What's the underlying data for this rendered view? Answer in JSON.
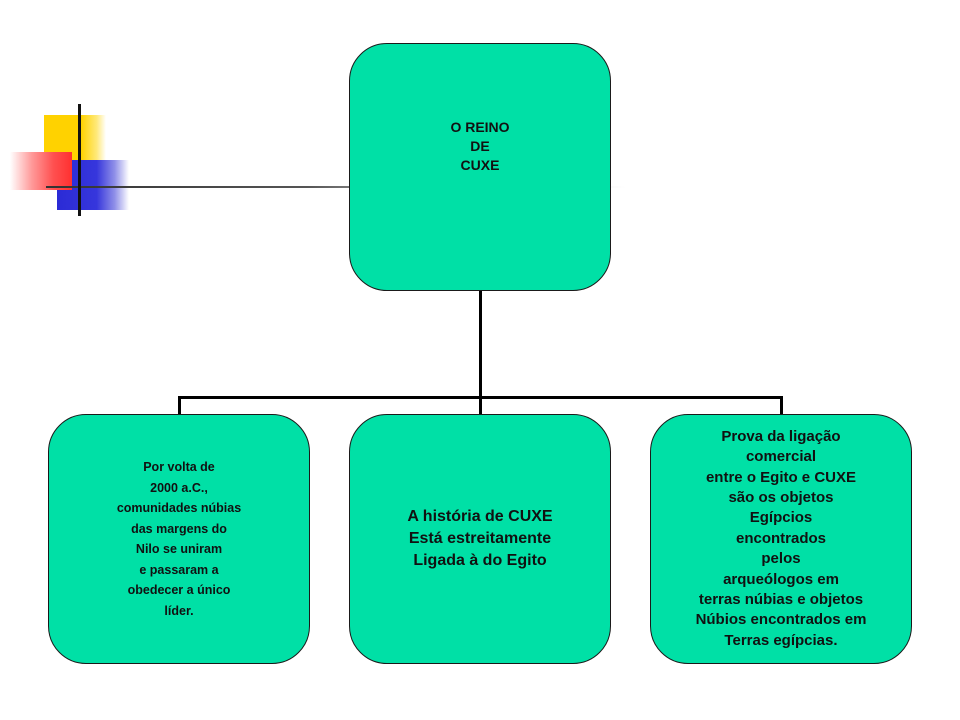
{
  "diagram": {
    "root": {
      "text": "O REINO\nDE\nCUXE"
    },
    "children": [
      {
        "text": "Por volta de\n2000 a.C.,\ncomunidades  núbias\ndas margens do\nNilo se uniram\ne passaram a\nobedecer a único\nlíder."
      },
      {
        "text": "A história de CUXE\nEstá estreitamente\nLigada à do Egito"
      },
      {
        "text": "Prova da ligação\ncomercial\nentre o Egito e CUXE\nsão os objetos\nEgípcios\nencontrados\npelos\narqueólogos em\nterras núbias e objetos\nNúbios encontrados em\nTerras egípcias."
      }
    ],
    "node_color": "#00e0a6",
    "deco_colors": {
      "yellow": "#ffd200",
      "blue": "#2b2bd6",
      "red": "#ff3030"
    }
  }
}
